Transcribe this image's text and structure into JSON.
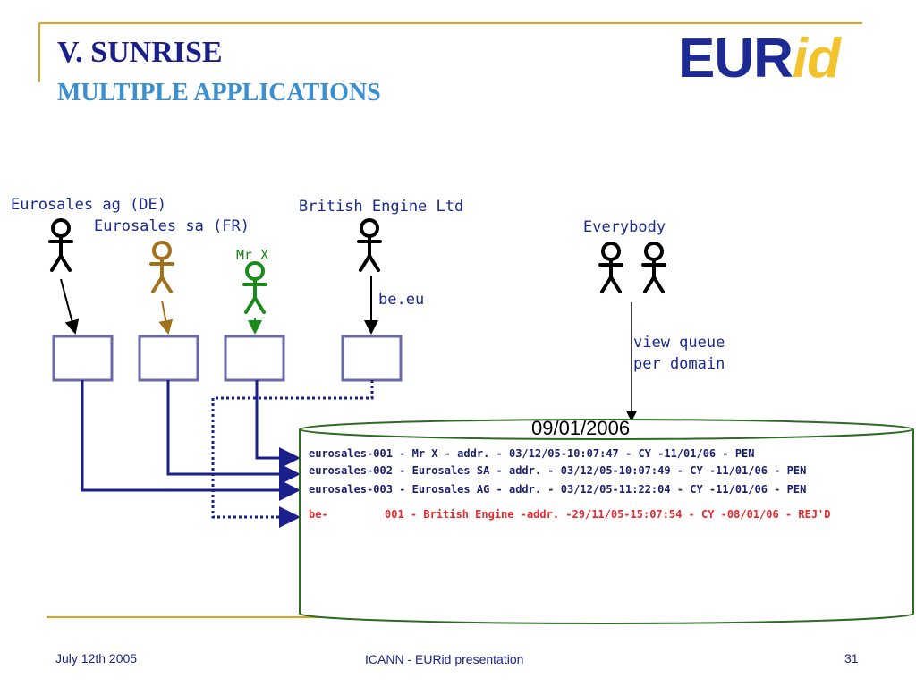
{
  "header": {
    "title": "V. SUNRISE",
    "subtitle": "MULTIPLE APPLICATIONS",
    "logo_part1": "EUR",
    "logo_part2": "id"
  },
  "actors": {
    "eurosales_ag": "Eurosales ag (DE)",
    "eurosales_sa": "Eurosales sa (FR)",
    "mr_x": "Mr X",
    "british_engine": "British Engine Ltd",
    "everybody": "Everybody"
  },
  "labels": {
    "domain": "be.eu",
    "view_queue_line1": "view queue",
    "view_queue_line2": "per domain",
    "date": "09/01/2006"
  },
  "queue": {
    "rows": [
      "eurosales-001 - Mr X         - addr. - 03/12/05-10:07:47 - CY -11/01/06 - PEN",
      "eurosales-002 - Eurosales SA - addr. - 03/12/05-10:07:49 - CY -11/01/06 - PEN",
      "eurosales-003 - Eurosales AG - addr. - 03/12/05-11:22:04 - CY -11/01/06 - PEN"
    ],
    "rejected_prefix": "be-",
    "rejected_row": "001 - British Engine -addr. -29/11/05-15:07:54 - CY -08/01/06 - REJ'D"
  },
  "footer": {
    "date": "July 12th 2005",
    "center": "ICANN  - EURid  presentation",
    "page": "31"
  },
  "colors": {
    "navy": "#1a1f8c",
    "light_blue": "#3a8fd0",
    "gold_line": "#e0a020",
    "brown_actor": "#a0701a",
    "green_actor": "#1a8a1a",
    "box_border": "#6a6aa8",
    "cylinder_border": "#2e6b22",
    "reject_red": "#e8282c"
  }
}
